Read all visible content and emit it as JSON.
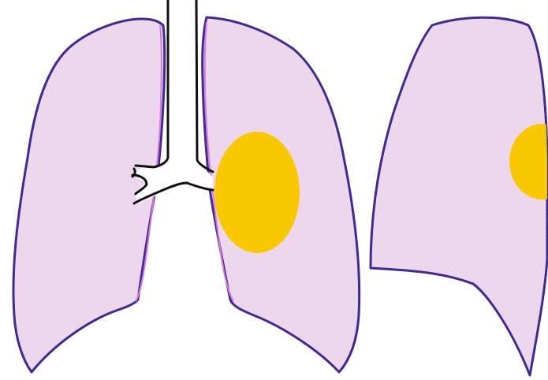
{
  "colors": {
    "background": "#ffffff",
    "lung_fill": "#f1dcf2",
    "lung_texture": "#dcc0de",
    "lung_outline": "#3f2a92",
    "lung_inner_edge": "#d77ad8",
    "airway_stroke": "#111111",
    "lesion": "#fac800"
  },
  "views": [
    {
      "name": "frontal",
      "structures": [
        "right-lung",
        "left-lung",
        "trachea",
        "bronchi",
        "lesion"
      ]
    },
    {
      "name": "lateral",
      "structures": [
        "lateral-lung",
        "lesion"
      ]
    }
  ],
  "icons": {
    "lesion_frontal": "lesion-blob-icon",
    "lesion_lateral": "lesion-blob-icon"
  }
}
